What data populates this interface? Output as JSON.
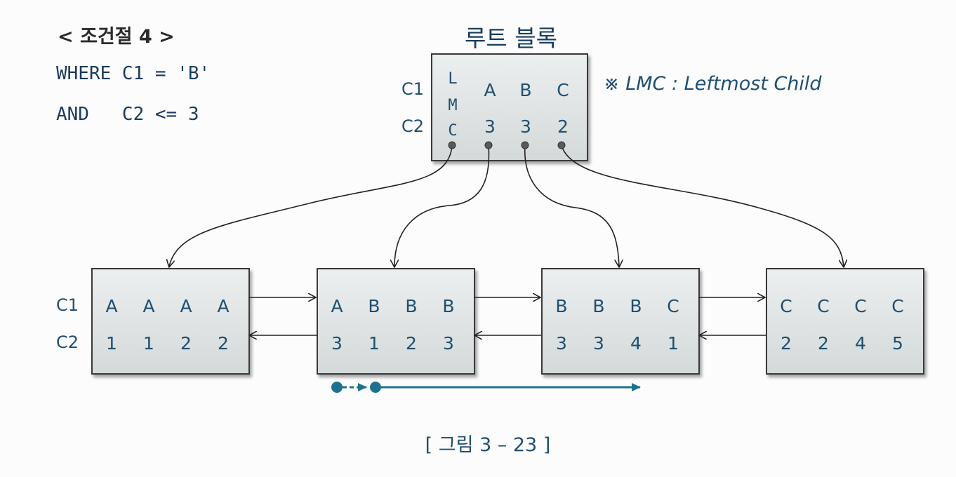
{
  "condition": {
    "title": "< 조건절 4 >",
    "line1": "WHERE C1 = 'B'",
    "line2": "AND   C2 <= 3"
  },
  "root": {
    "title": "루트 블록",
    "row_labels": [
      "C1",
      "C2"
    ],
    "lmc_letters": [
      "L",
      "M",
      "C"
    ],
    "c1": [
      "A",
      "B",
      "C"
    ],
    "c2": [
      "3",
      "3",
      "2"
    ]
  },
  "lmc_note": "※ LMC : Leftmost Child",
  "leaf_row_labels": [
    "C1",
    "C2"
  ],
  "leaves": [
    {
      "c1": [
        "A",
        "A",
        "A",
        "A"
      ],
      "c2": [
        "1",
        "1",
        "2",
        "2"
      ]
    },
    {
      "c1": [
        "A",
        "B",
        "B",
        "B"
      ],
      "c2": [
        "3",
        "1",
        "2",
        "3"
      ]
    },
    {
      "c1": [
        "B",
        "B",
        "B",
        "C"
      ],
      "c2": [
        "3",
        "3",
        "4",
        "1"
      ]
    },
    {
      "c1": [
        "C",
        "C",
        "C",
        "C"
      ],
      "c2": [
        "2",
        "2",
        "4",
        "5"
      ]
    }
  ],
  "caption": "[ 그림 3 – 23 ]",
  "colors": {
    "text": "#1f4f70",
    "scan": "#1d7191",
    "box_border": "#3a3a3a",
    "pointer_dot": "#5a5a5a"
  }
}
